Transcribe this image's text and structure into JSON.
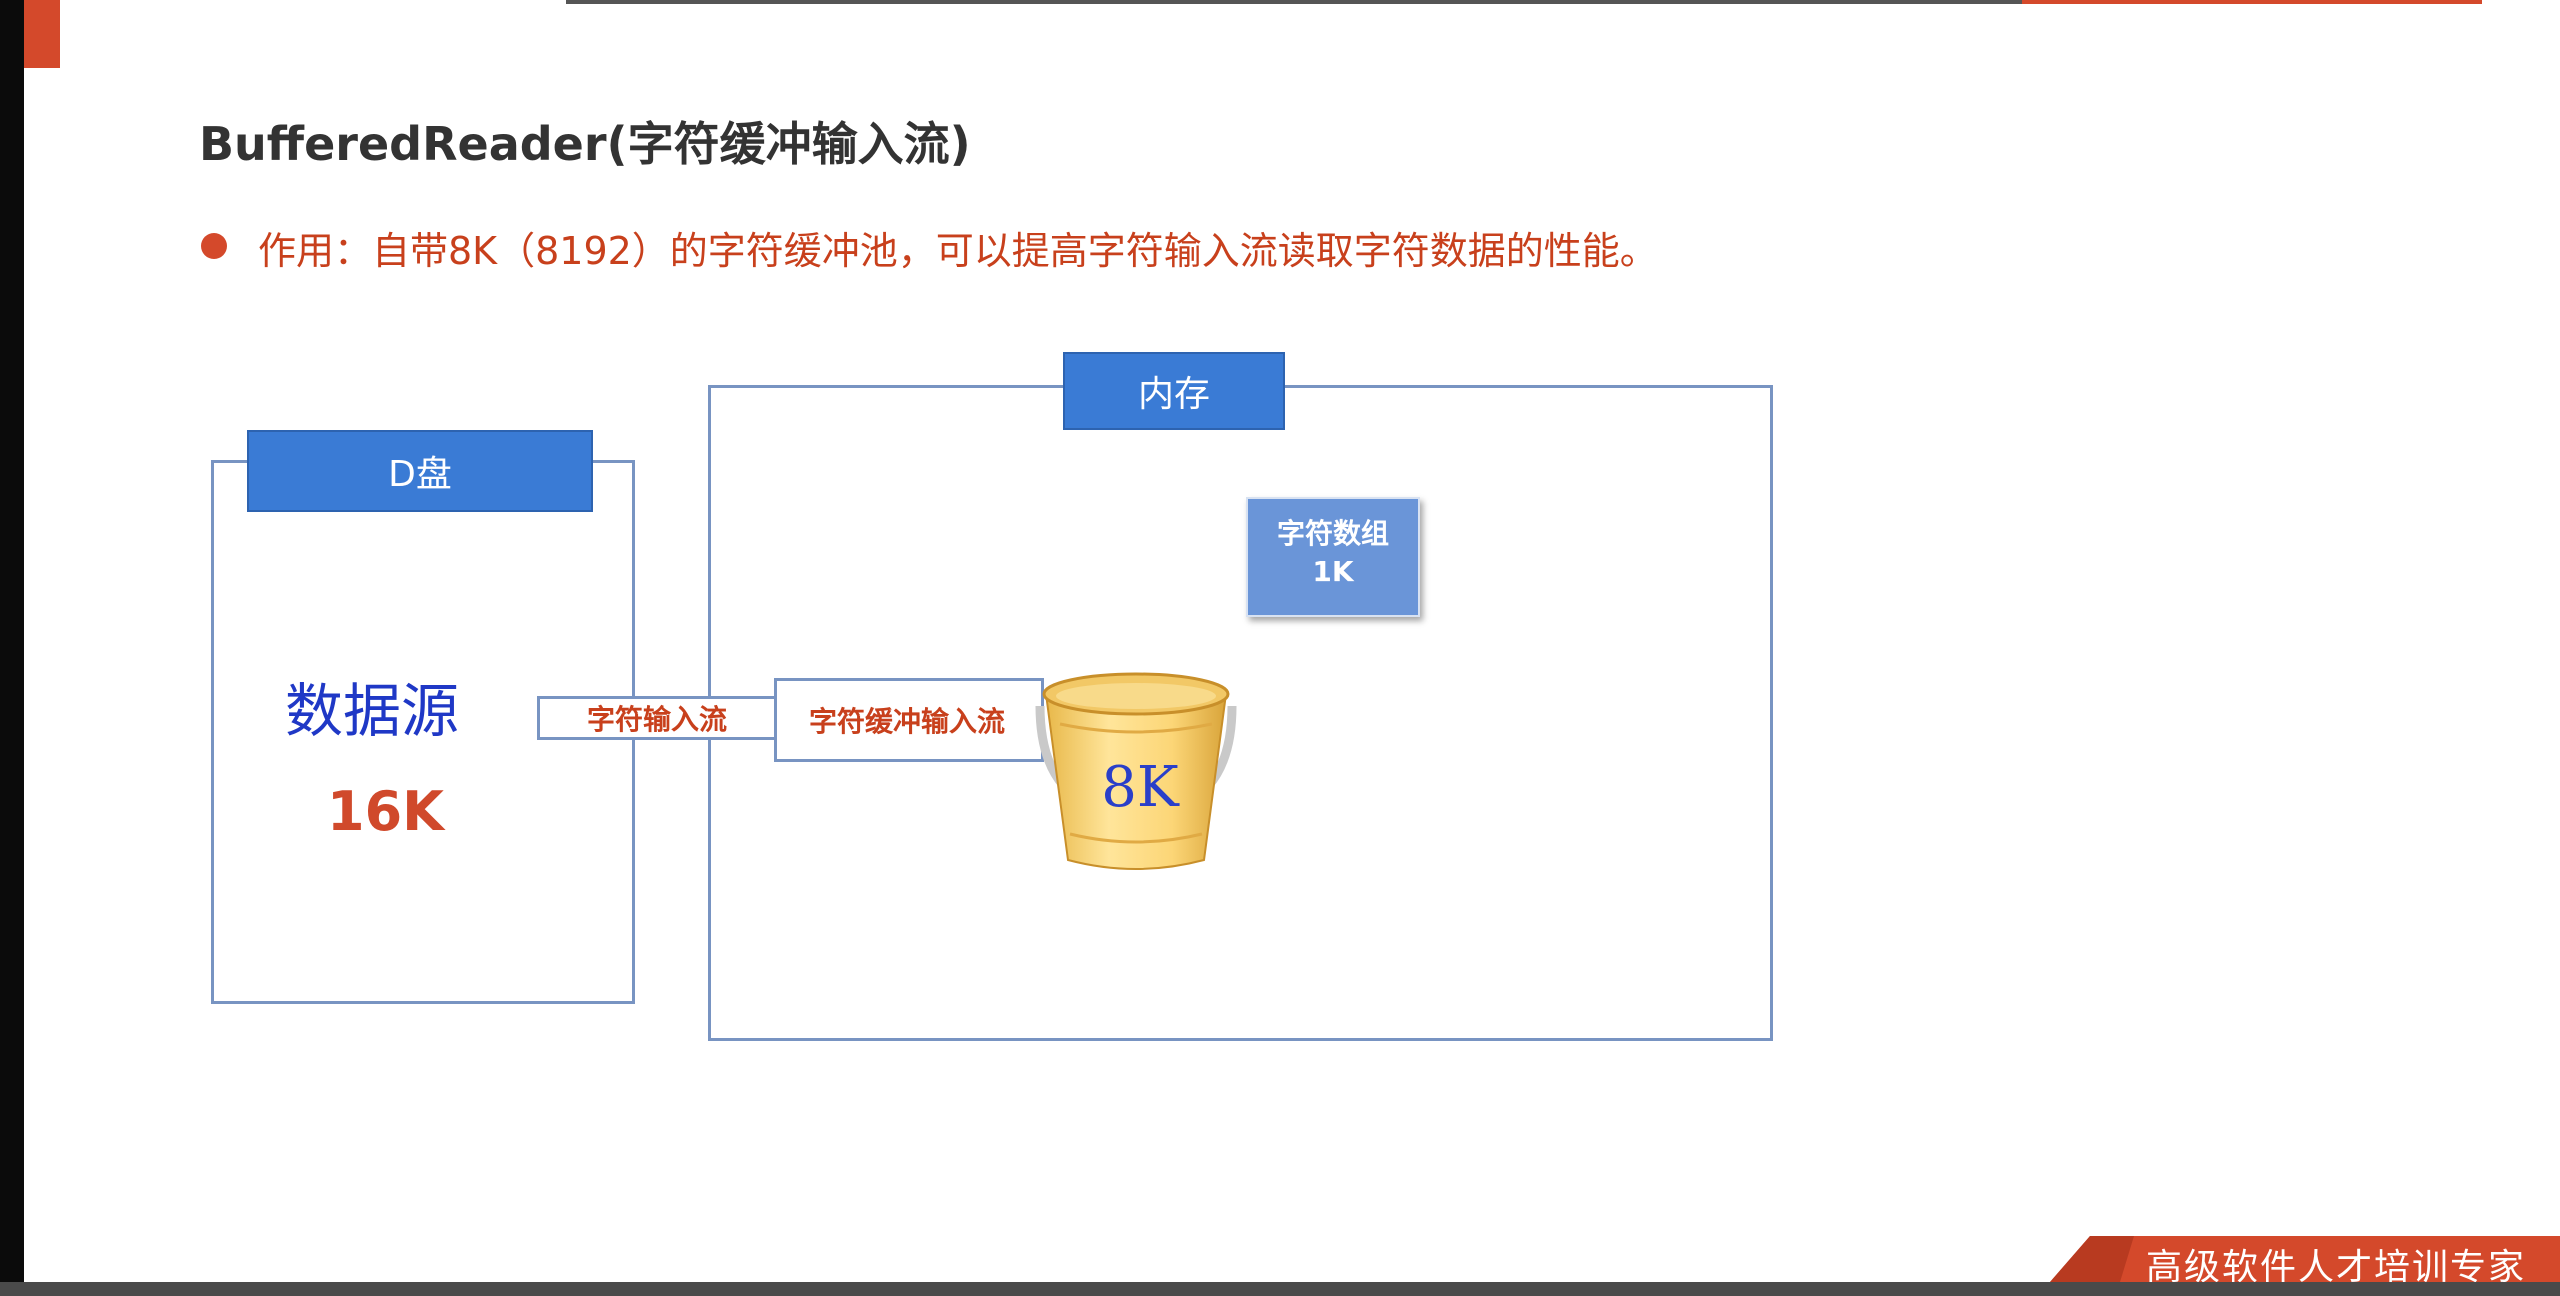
{
  "slide": {
    "title": "BufferedReader(字符缓冲输入流)",
    "bullet": "作用：自带8K（8192）的字符缓冲池，可以提高字符输入流读取字符数据的性能。"
  },
  "diagram": {
    "disk_label": "D盘",
    "memory_label": "内存",
    "source_label": "数据源",
    "source_size": "16K",
    "char_input_stream": "字符输入流",
    "buffered_input_stream": "字符缓冲输入流",
    "char_array_line1": "字符数组",
    "char_array_line2": "1K",
    "buffer_size": "8K"
  },
  "footer": {
    "slogan": "高级软件人才培训专家"
  },
  "colors": {
    "accent_red": "#d4492b",
    "header_blue": "#3a7bd5",
    "box_border": "#7894c2",
    "array_blue": "#6a95d8"
  }
}
